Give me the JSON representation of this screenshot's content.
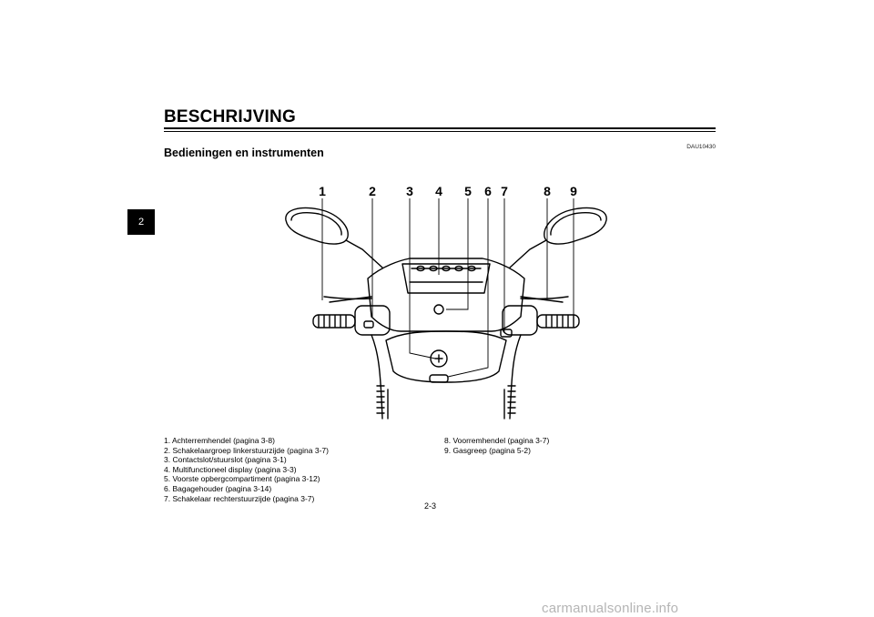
{
  "page": {
    "title": "BESCHRIJVING",
    "chapter_tab": "2",
    "doc_code": "DAU10430",
    "section_heading": "Bedieningen en instrumenten",
    "page_number": "2-3",
    "watermark": "carmanualsonline.info"
  },
  "figure": {
    "callouts": [
      "1",
      "2",
      "3",
      "4",
      "5",
      "6",
      "7",
      "8",
      "9"
    ]
  },
  "legend": {
    "left": [
      "1. Achterremhendel (pagina 3-8)",
      "2. Schakelaargroep linkerstuurzijde (pagina 3-7)",
      "3. Contactslot/stuurslot (pagina 3-1)",
      "4. Multifunctioneel display (pagina 3-3)",
      "5. Voorste opbergcompartiment (pagina 3-12)",
      "6. Bagagehouder (pagina 3-14)",
      "7. Schakelaar rechterstuurzijde (pagina 3-7)"
    ],
    "right": [
      "8. Voorremhendel (pagina 3-7)",
      "9. Gasgreep (pagina 5-2)"
    ]
  }
}
